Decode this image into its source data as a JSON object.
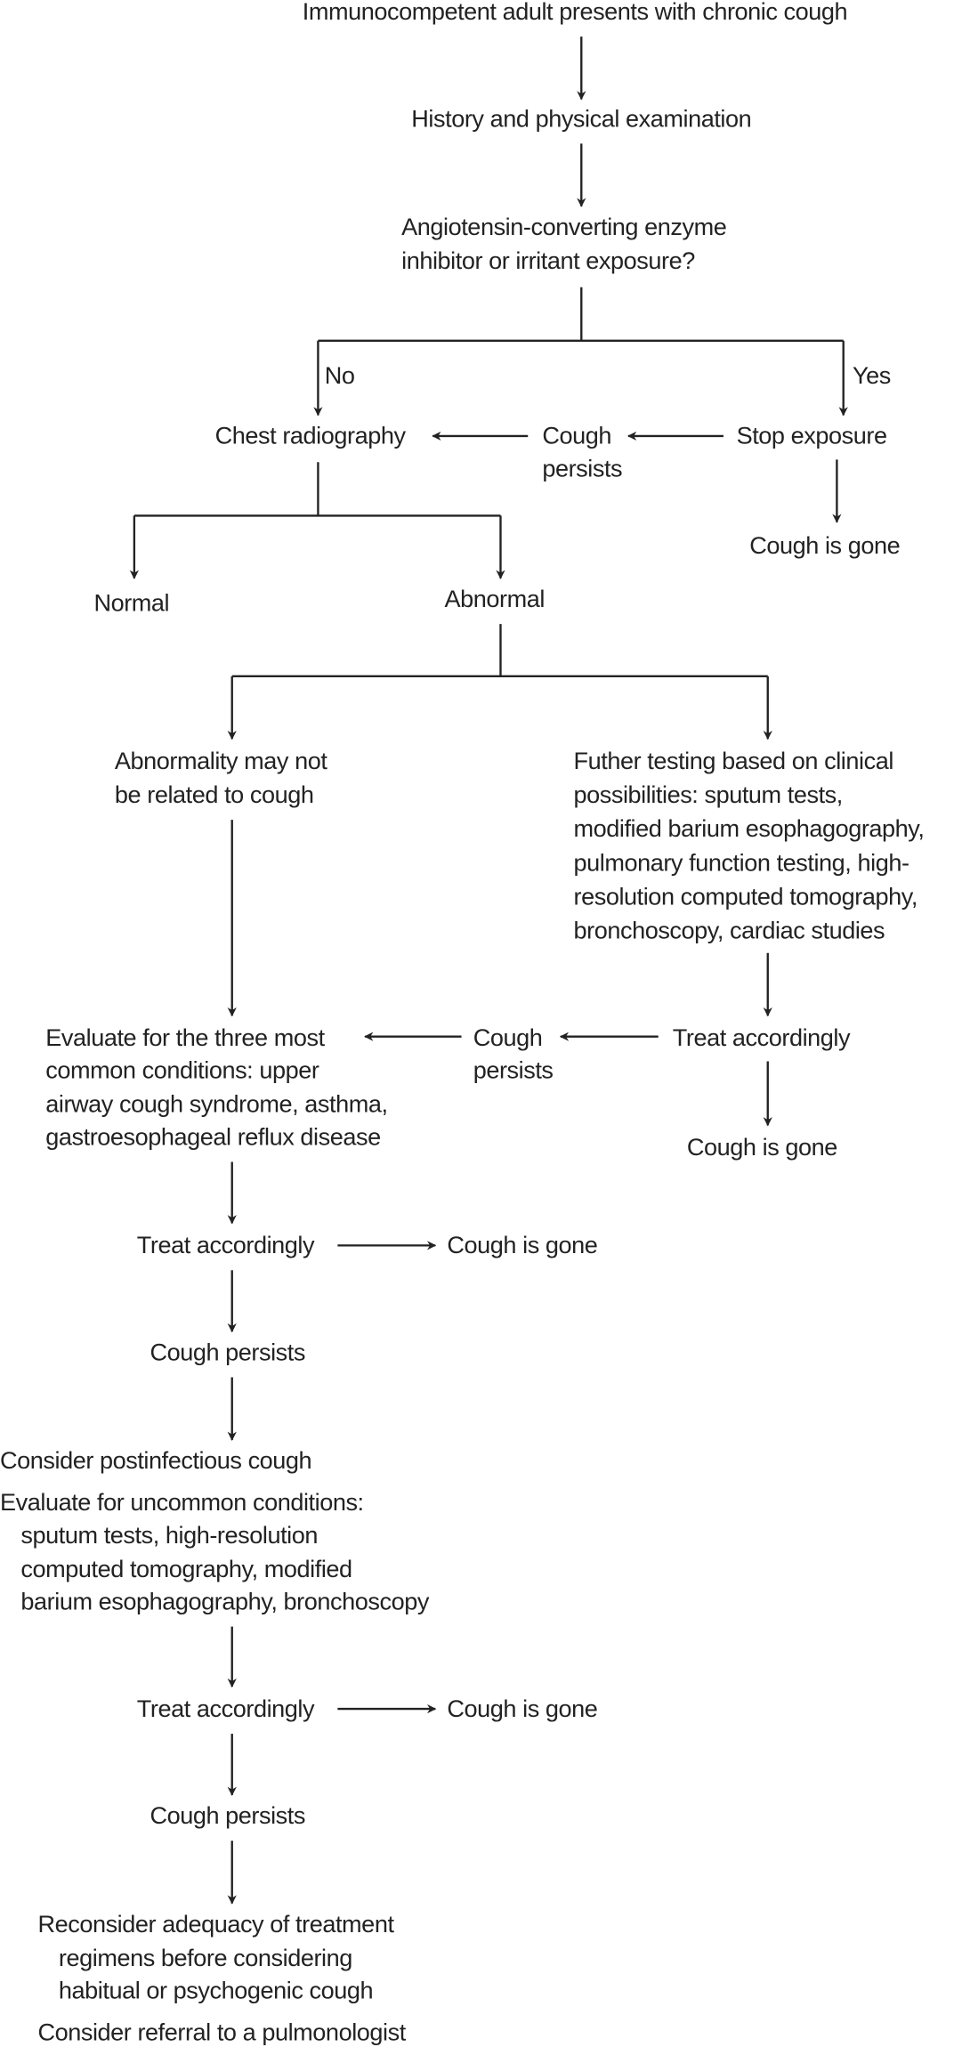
{
  "flowchart": {
    "start": "Immunocompetent adult presents with chronic cough",
    "history": "History and physical examination",
    "ace_question": [
      "Angiotensin-converting enzyme",
      "inhibitor or irritant exposure?"
    ],
    "label_no": "No",
    "label_yes": "Yes",
    "chest_radiography": "Chest radiography",
    "cough_persists_1": [
      "Cough",
      "persists"
    ],
    "stop_exposure": "Stop exposure",
    "cough_gone_1": "Cough is gone",
    "normal": "Normal",
    "abnormal": "Abnormal",
    "abnormality_unrelated": [
      "Abnormality may not",
      "be related to cough"
    ],
    "further_testing": [
      "Futher testing based on clinical",
      "possibilities: sputum tests,",
      "modified barium esophagography,",
      "pulmonary function testing, high-",
      "resolution computed tomography,",
      "bronchoscopy, cardiac studies"
    ],
    "evaluate_common": [
      "Evaluate for the three most",
      "common conditions: upper",
      "airway cough syndrome, asthma,",
      "gastroesophageal reflux disease"
    ],
    "cough_persists_2": [
      "Cough",
      "persists"
    ],
    "treat_1": "Treat accordingly",
    "cough_gone_2": "Cough is gone",
    "treat_2": "Treat accordingly",
    "cough_gone_3": "Cough is gone",
    "cough_persists_3": "Cough persists",
    "postinfectious": "Consider postinfectious cough",
    "evaluate_uncommon": [
      "Evaluate for uncommon conditions:",
      "sputum tests, high-resolution",
      "computed tomography, modified",
      "barium esophagography, bronchoscopy"
    ],
    "treat_3": "Treat accordingly",
    "cough_gone_4": "Cough is gone",
    "cough_persists_4": "Cough persists",
    "reconsider": [
      "Reconsider adequacy of treatment",
      "regimens before considering",
      "habitual or psychogenic cough"
    ],
    "referral": "Consider referral to a pulmonologist"
  }
}
